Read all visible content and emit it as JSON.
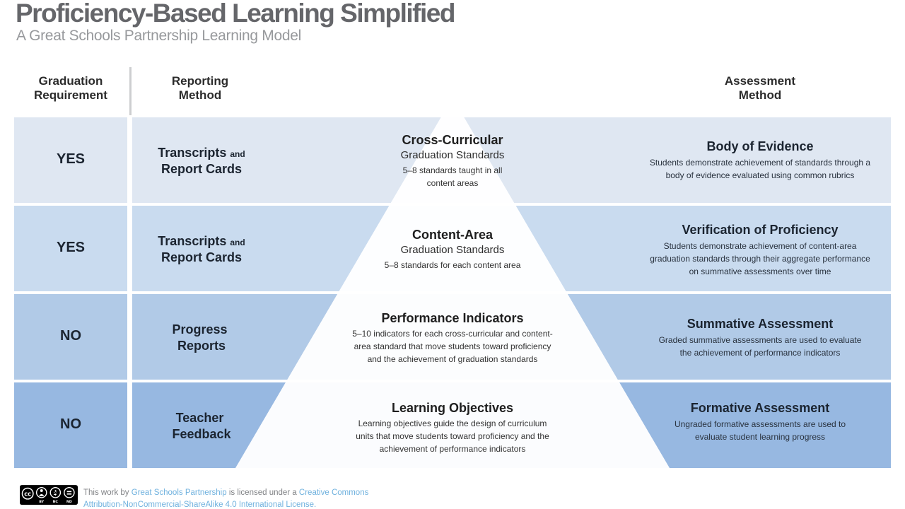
{
  "page": {
    "title": "Proficiency-Based Learning Simplified",
    "subtitle": "A Great Schools Partnership Learning Model"
  },
  "column_headers": {
    "graduation": "Graduation\nRequirement",
    "reporting": "Reporting\nMethod",
    "assessment": "Assessment\nMethod"
  },
  "colors": {
    "row1": "#dfe7f2",
    "row2": "#c9dbef",
    "row3": "#b1cae7",
    "row4": "#97b8e1",
    "pyramid_fill": "#ffffff",
    "link": "#6fb1de"
  },
  "rows": [
    {
      "graduation": "YES",
      "reporting": {
        "line1": "Transcripts",
        "conj": "and",
        "line2": "Report Cards"
      },
      "pyramid": {
        "title": "Cross-Curricular",
        "subtitle": "Graduation Standards",
        "detail": "5–8 standards taught in all\ncontent areas"
      },
      "assessment": {
        "title": "Body of Evidence",
        "detail": "Students demonstrate achievement of standards through a\nbody of evidence evaluated using common rubrics"
      }
    },
    {
      "graduation": "YES",
      "reporting": {
        "line1": "Transcripts",
        "conj": "and",
        "line2": "Report Cards"
      },
      "pyramid": {
        "title": "Content-Area",
        "subtitle": "Graduation Standards",
        "detail": "5–8 standards for each content area"
      },
      "assessment": {
        "title": "Verification of Proficiency",
        "detail": "Students demonstrate achievement of content-area\ngraduation standards through their aggregate performance\non summative assessments over time"
      }
    },
    {
      "graduation": "NO",
      "reporting": {
        "line1": "Progress",
        "conj": "",
        "line2": "Reports"
      },
      "pyramid": {
        "title": "Performance Indicators",
        "subtitle": "",
        "detail": "5–10 indicators for each cross-curricular and content-\narea standard that move students toward proficiency\nand the achievement of graduation standards"
      },
      "assessment": {
        "title": "Summative Assessment",
        "detail": "Graded summative assessments are used to evaluate\nthe achievement of performance indicators"
      }
    },
    {
      "graduation": "NO",
      "reporting": {
        "line1": "Teacher",
        "conj": "",
        "line2": "Feedback"
      },
      "pyramid": {
        "title": "Learning Objectives",
        "subtitle": "",
        "detail": "Learning objectives guide the design of curriculum\nunits that move students toward proficiency and the\nachievement of performance indicators"
      },
      "assessment": {
        "title": "Formative Assessment",
        "detail": "Ungraded formative assessments are used to\nevaluate student learning progress"
      }
    }
  ],
  "footer": {
    "badge": {
      "cc": "CC",
      "labels": [
        "BY",
        "NC",
        "ND"
      ]
    },
    "text_prefix": "This work by ",
    "link_org": "Great Schools Partnership",
    "text_middle": " is licensed under a ",
    "link_license": "Creative Commons Attribution-NonCommercial-ShareAlike 4.0 International License."
  }
}
